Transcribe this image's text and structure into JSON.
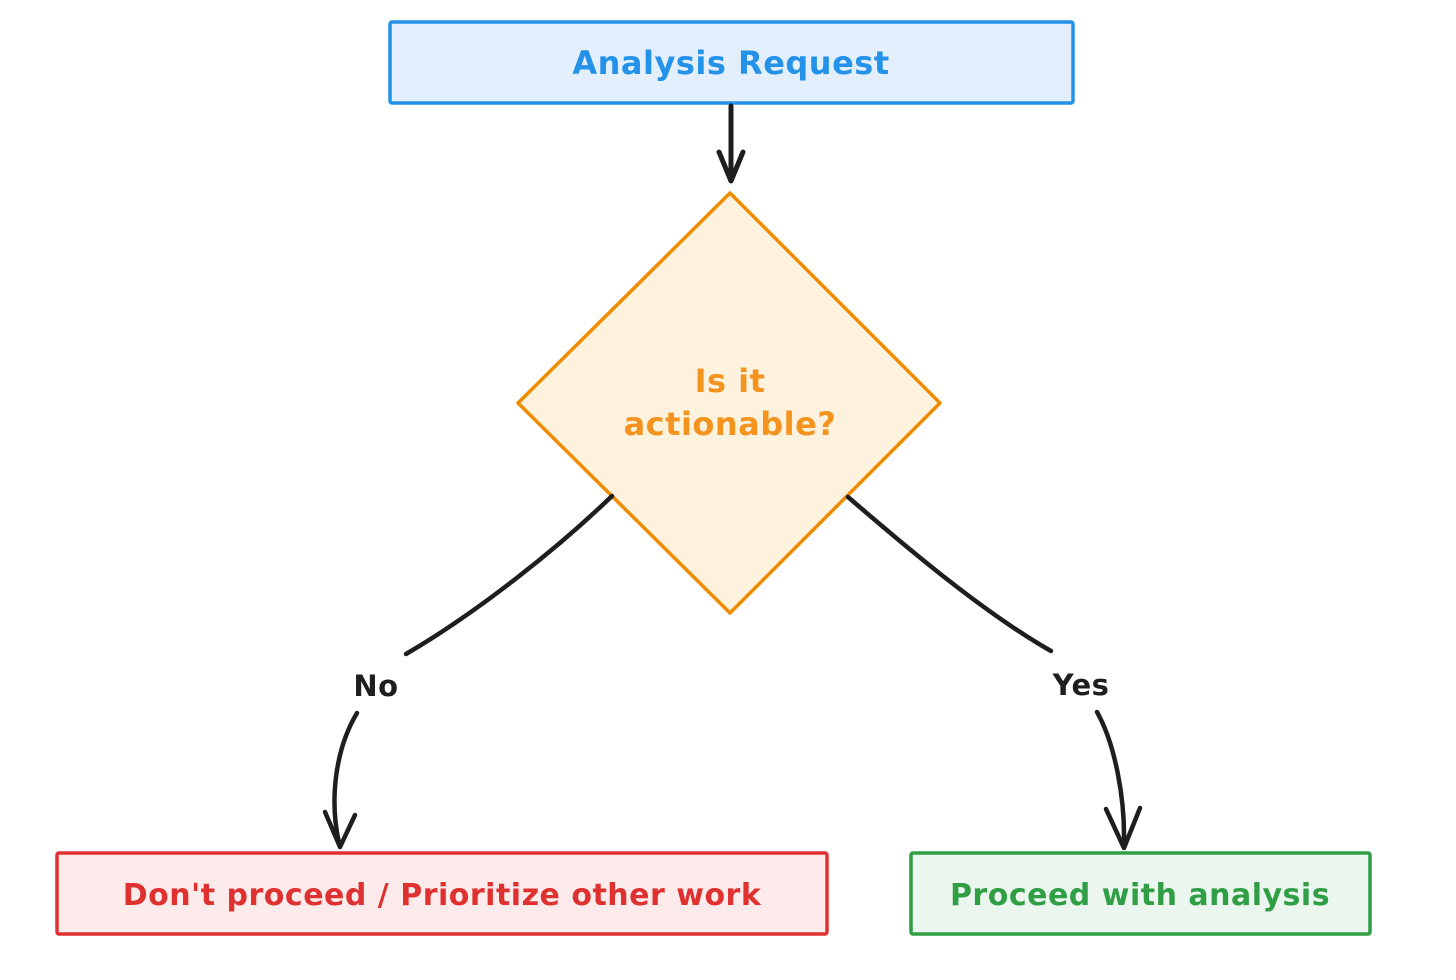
{
  "diagram": {
    "type": "flowchart",
    "background_color": "#ffffff",
    "edge_color": "#1e1e1e",
    "nodes": [
      {
        "id": "start",
        "shape": "rectangle",
        "label": "Analysis Request",
        "border_color": "#2492e8",
        "fill_color": "#e3effc",
        "text_color": "#2492e8"
      },
      {
        "id": "decision",
        "shape": "diamond",
        "label": "Is it actionable?",
        "label_lines": [
          "Is it",
          "actionable?"
        ],
        "border_color": "#f08c00",
        "fill_color": "#fdf2de",
        "text_color": "#f4941f"
      },
      {
        "id": "no-outcome",
        "shape": "rectangle",
        "label": "Don't proceed / Prioritize other work",
        "border_color": "#e03131",
        "fill_color": "#fdebeb",
        "text_color": "#e03131"
      },
      {
        "id": "yes-outcome",
        "shape": "rectangle",
        "label": "Proceed with analysis",
        "border_color": "#2f9e44",
        "fill_color": "#ebf7ee",
        "text_color": "#2f9e44"
      }
    ],
    "edges": [
      {
        "from": "start",
        "to": "decision",
        "label": ""
      },
      {
        "from": "decision",
        "to": "no-outcome",
        "label": "No"
      },
      {
        "from": "decision",
        "to": "yes-outcome",
        "label": "Yes"
      }
    ]
  }
}
